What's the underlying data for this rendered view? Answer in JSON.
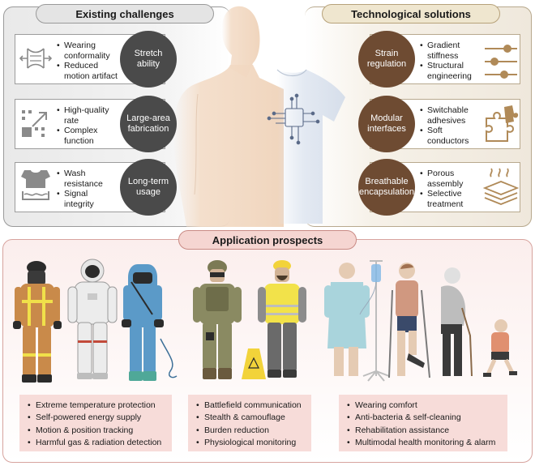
{
  "challenges": {
    "title": "Existing challenges",
    "items": [
      {
        "circle": [
          "Stretch",
          "ability"
        ],
        "bullets": [
          "Wearing",
          "conformality",
          "Reduced",
          "motion artifact"
        ],
        "icon": "stretch-icon"
      },
      {
        "circle": [
          "Large-area",
          "fabrication"
        ],
        "bullets": [
          "High-quality",
          "rate",
          "Complex",
          "function"
        ],
        "icon": "scale-up-icon"
      },
      {
        "circle": [
          "Long-term",
          "usage"
        ],
        "bullets": [
          "Wash",
          "resistance",
          "Signal",
          "integrity"
        ],
        "icon": "wash-icon"
      }
    ]
  },
  "solutions": {
    "title": "Technological solutions",
    "items": [
      {
        "circle": [
          "Strain",
          "regulation"
        ],
        "bullets": [
          "Gradient",
          "stiffness",
          "Structural",
          "engineering"
        ],
        "icon": "slider-icon"
      },
      {
        "circle": [
          "Modular",
          "interfaces"
        ],
        "bullets": [
          "Switchable",
          "adhesives",
          "Soft",
          "conductors"
        ],
        "icon": "puzzle-icon"
      },
      {
        "circle": [
          "Breathable",
          "encapsulation"
        ],
        "bullets": [
          "Porous",
          "assembly",
          "Selective",
          "treatment"
        ],
        "icon": "layers-icon"
      }
    ]
  },
  "prospects": {
    "title": "Application prospects",
    "groups": [
      {
        "items": [
          "Extreme temperature protection",
          "Self-powered energy supply",
          "Motion & position tracking",
          "Harmful gas & radiation detection"
        ]
      },
      {
        "items": [
          "Battlefield communication",
          "Stealth & camouflage",
          "Burden reduction",
          "Physiological monitoring"
        ]
      },
      {
        "items": [
          "Wearing comfort",
          "Anti-bacteria & self-cleaning",
          "Rehabilitation assistance",
          "Multimodal health monitoring & alarm"
        ]
      }
    ]
  },
  "colors": {
    "grey_circle": "#4a4a4a",
    "brown_circle": "#6e4b32",
    "list_fill": "#f7dcd9",
    "skin": "#f3dcc7",
    "shirt": "#dde4ef"
  }
}
